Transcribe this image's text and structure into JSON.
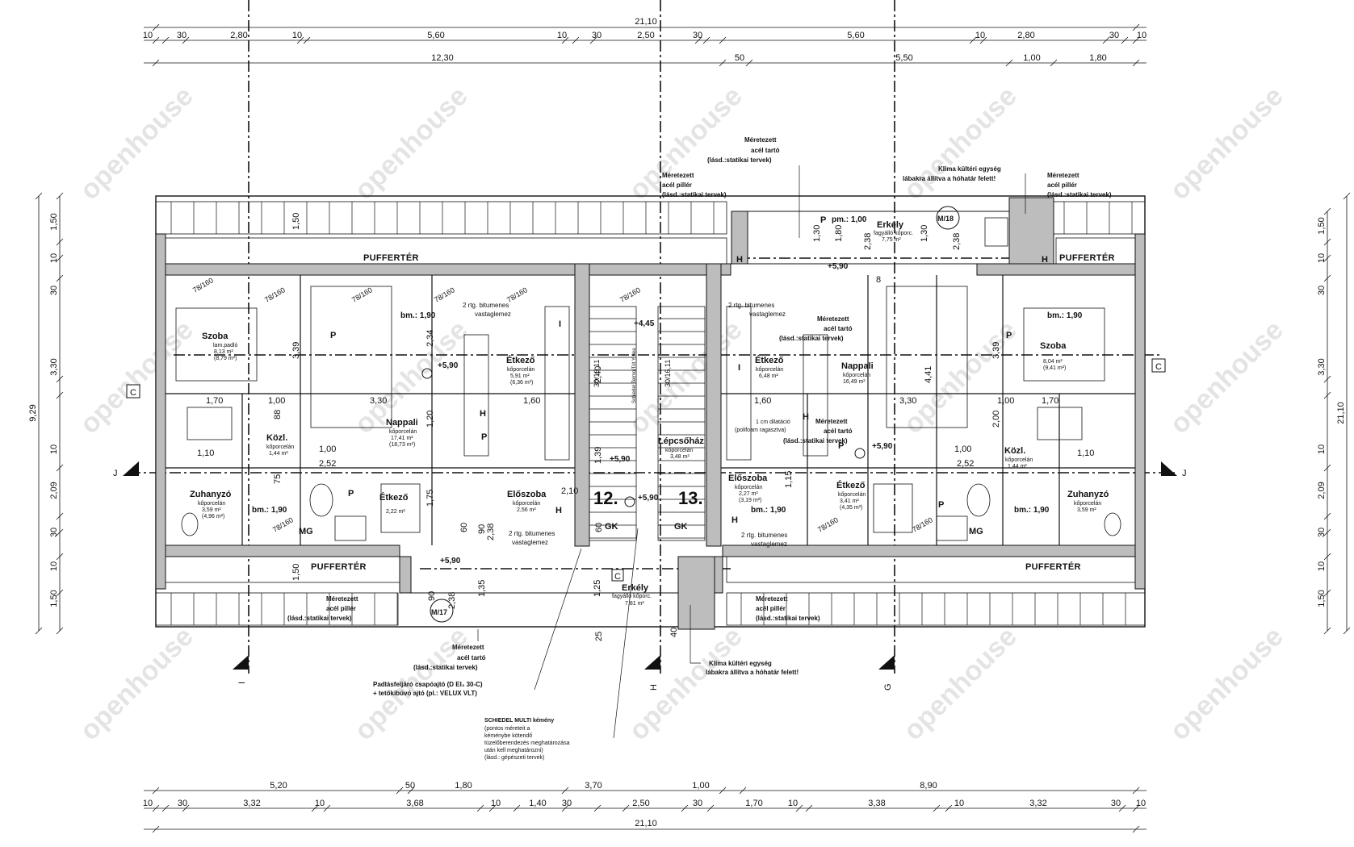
{
  "watermark": "openhouse",
  "dims": {
    "total": "21,10",
    "top_row1": [
      "10",
      "30",
      "2,80",
      "10",
      "5,60",
      "10",
      "30",
      "2,50",
      "30",
      "5,60",
      "10",
      "2,80",
      "30",
      "10"
    ],
    "top_row2": [
      "12,30",
      "50",
      "5,50",
      "1,00",
      "1,80"
    ],
    "left": [
      "9,29",
      "1,50",
      "10",
      "30",
      "3,30",
      "10",
      "2,09",
      "30",
      "10",
      "1,50"
    ],
    "right": [
      "1,50",
      "10",
      "30",
      "3,30",
      "10",
      "2,09",
      "30",
      "10",
      "1,50"
    ],
    "bottom_row1": [
      "5,20",
      "50",
      "1,80",
      "3,70",
      "1,00",
      "8,90"
    ],
    "bottom_row2": [
      "10",
      "30",
      "3,32",
      "10",
      "3,68",
      "10",
      "1,40",
      "30",
      "2,50",
      "30",
      "1,70",
      "10",
      "3,38",
      "10",
      "3,32",
      "30",
      "10"
    ]
  },
  "section_marks": {
    "j": "J",
    "c": "C",
    "i": "I",
    "h": "H",
    "g": "G"
  },
  "puffer": "PUFFERTÉR",
  "apartments": {
    "a": "12.",
    "b": "13."
  },
  "rooms": {
    "szoba_l": {
      "name": "Szoba",
      "mat": "lam.padló",
      "area": "8,13 m²",
      "area2": "(8,79 m²)"
    },
    "szoba_r": {
      "name": "Szoba",
      "mat": "",
      "area": "8,04 m²",
      "area2": "(9,41 m²)"
    },
    "nappali_l": {
      "name": "Nappali",
      "mat": "kőporcelán",
      "area": "17,41 m²",
      "area2": "(18,73 m²)"
    },
    "nappali_r": {
      "name": "Nappali",
      "mat": "kőporcelán",
      "area": "16,49 m²"
    },
    "etkezo_l": {
      "name": "Étkező",
      "mat": "kőporcelán",
      "area": "5,91 m²",
      "area2": "(6,36 m²)"
    },
    "etkezo_r": {
      "name": "Étkező",
      "mat": "kőporcelán",
      "area": "6,48 m²"
    },
    "etkezo_l2": {
      "name": "Étkező",
      "area": "2,22 m²"
    },
    "etkezo_r2": {
      "name": "Étkező",
      "mat": "kőporcelán",
      "area": "3,41 m²",
      "area2": "(4,35 m²)"
    },
    "zuhanyzo_l": {
      "name": "Zuhanyzó",
      "mat": "kőporcelán",
      "area": "3,59 m²",
      "area2": "(4,96 m²)"
    },
    "zuhanyzo_r": {
      "name": "Zuhanyzó",
      "mat": "kőporcelán",
      "area": "3,59 m²"
    },
    "kozl_l": {
      "name": "Közl.",
      "mat": "kőporcelán",
      "area": "1,44 m²"
    },
    "kozl_r": {
      "name": "Közl.",
      "mat": "kőporcelán",
      "area": "1,44 m²"
    },
    "eloszoba_l": {
      "name": "Előszoba",
      "mat": "kőporcelán",
      "area": "2,56 m²"
    },
    "eloszoba_r": {
      "name": "Előszoba",
      "mat": "kőporcelán",
      "area": "2,27 m²",
      "area2": "(3,19 m²)"
    },
    "lepcsohaz": {
      "name": "Lépcsőház",
      "mat": "kőporcelán",
      "area": "3,48 m²"
    },
    "erkely_top": {
      "name": "Erkély",
      "mat": "fagyálló kőporc.",
      "area": "7,75 m²"
    },
    "erkely_bot": {
      "name": "Erkély",
      "mat": "fagyálló kőporc.",
      "area": "7,81 m²"
    }
  },
  "levels": {
    "l590": "+5,90",
    "l445": "+4,45"
  },
  "labels": {
    "mg": "MG",
    "gk": "GK",
    "h": "H",
    "p": "P",
    "i": "I",
    "m17": "M/17",
    "m18": "M/18",
    "bm190": "bm.: 1,90",
    "pm100": "pm.: 1,00",
    "win": "78/160",
    "stair": "30/16,11",
    "stairs_note": "Schiedel Termo/Trit Y 6ea",
    "bit1": "2 rtg. bitumenes",
    "bit2": "vastaglemez",
    "dil1": "1 cm dilatáció",
    "dil2": "(polifoam ragasztva)"
  },
  "notes": {
    "acel_tarto": [
      "Méretezett",
      "acél tartó",
      "(lásd.:statikai tervek)"
    ],
    "acel_piller": [
      "Méretezett",
      "acél pillér",
      "(lásd.:statikai tervek)"
    ],
    "klima": [
      "Klíma kültéri egység",
      "lábakra állítva a hóhatár felett!"
    ],
    "padlas": [
      "Padlásfeljáró csapóajtó (D EI₂ 30-C)",
      "+ tetőkibúvó ajtó (pl.: VELUX VLT)"
    ],
    "schiedel": [
      "SCHIEDEL MULTI kémény",
      "(pontos méreteit a",
      "kéménybe kötendő",
      "tüzelőberendezés meghatározása",
      "után kell meghatározni)",
      "(lásd.: gépészeti tervek)"
    ]
  },
  "inner": {
    "d170": "1,70",
    "d100": "1,00",
    "d330": "3,30",
    "d160": "1,60",
    "d252": "2,52",
    "d110": "1,10",
    "d150": "1,50",
    "d339": "3,39",
    "d234": "2,34",
    "d240": "2,40",
    "d120": "1,20",
    "d175": "1,75",
    "d210": "2,10",
    "d238": "2,38",
    "d125": "1,25",
    "d135": "1,35",
    "d441": "4,41",
    "d200": "2,00",
    "d130": "1,30",
    "d180": "1,80",
    "d139": "1,39",
    "d115": "1,15",
    "d90": "90",
    "d60": "60",
    "d88": "88",
    "d75": "75",
    "d40": "40",
    "d25": "25",
    "d8": "8"
  }
}
